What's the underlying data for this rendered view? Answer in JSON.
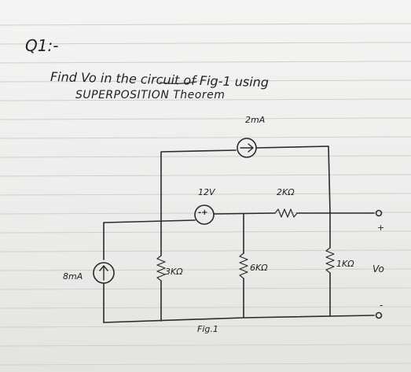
{
  "question": {
    "label": "Q1:-",
    "line1": "Find Vo in the circuit of Fig-1 using",
    "line2": "SUPERPOSITION Theorem"
  },
  "circuit": {
    "current_source_top": "2mA",
    "voltage_source": "12V",
    "voltage_source_symbol": "-+",
    "resistor_top": "2KΩ",
    "current_source_left": "8mA",
    "resistor_3k": "3KΩ",
    "resistor_6k": "6KΩ",
    "resistor_1k": "1KΩ",
    "output_label": "Vo",
    "output_plus": "+",
    "output_minus": "-"
  },
  "figure_caption": "Fig.1"
}
